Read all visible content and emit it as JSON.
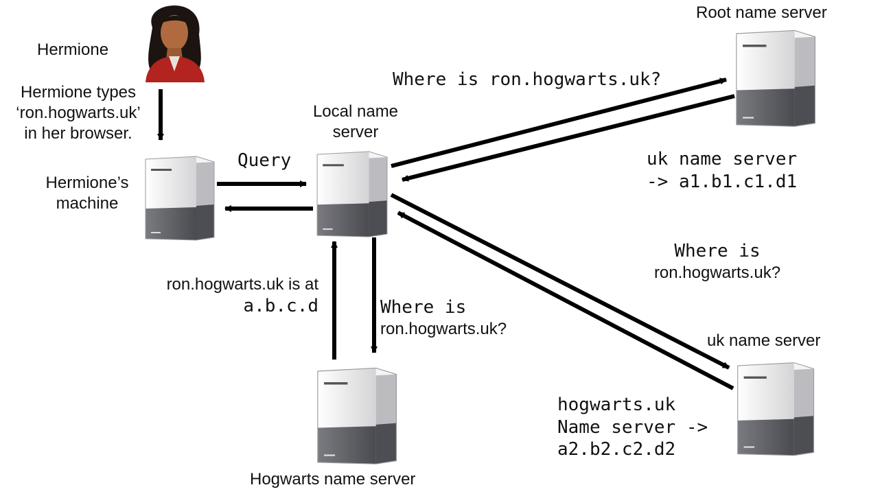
{
  "nodes": {
    "hermione": {
      "name": "Hermione",
      "action_line1": "Hermione types",
      "action_line2": "‘ron.hogwarts.uk’",
      "action_line3": "in her browser."
    },
    "machine": {
      "line1": "Hermione’s",
      "line2": "machine"
    },
    "local": {
      "line1": "Local name",
      "line2": "server"
    },
    "root": {
      "name": "Root name server"
    },
    "uk": {
      "name": "uk name server"
    },
    "hogwarts": {
      "name": "Hogwarts name server"
    }
  },
  "messages": {
    "query": "Query",
    "root_query": "Where is ron.hogwarts.uk?",
    "root_reply_line1": "uk name server",
    "root_reply_line2": "-> a1.b1.c1.d1",
    "uk_query_line1": "Where is",
    "uk_query_line2": "ron.hogwarts.uk?",
    "uk_reply_line1": "hogwarts.uk",
    "uk_reply_line2": "Name server ->",
    "uk_reply_line3": "a2.b2.c2.d2",
    "hog_query_line1": "Where is",
    "hog_query_line2": "ron.hogwarts.uk?",
    "hog_reply_line1": "ron.hogwarts.uk is at",
    "hog_reply_line2": "a.b.c.d"
  },
  "colors": {
    "arrow": "#000000",
    "server_light": "#e6e6e6",
    "server_dark": "#5f6064",
    "avatar_shirt": "#b3231f",
    "avatar_hair": "#1b1411",
    "avatar_skin": "#b06a3f"
  },
  "icons": {
    "person": "user-avatar-icon",
    "server": "server-icon"
  }
}
